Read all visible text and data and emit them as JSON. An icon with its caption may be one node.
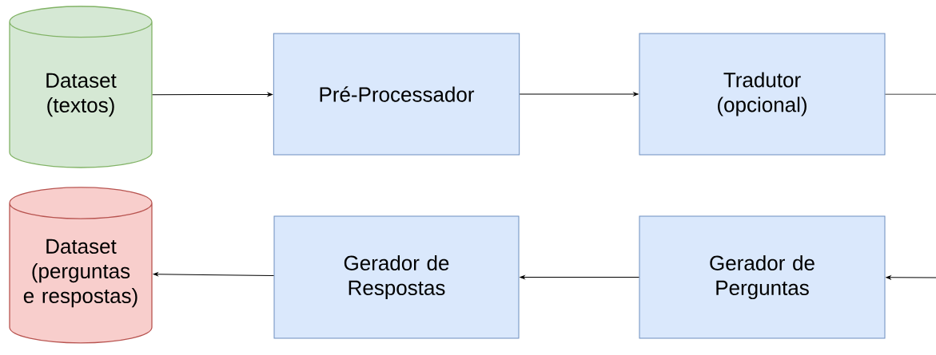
{
  "diagram": {
    "nodes": [
      {
        "text": [
          "Dataset (textos)"
        ]
      },
      {
        "text": [
          "Pré-Processador"
        ]
      },
      {
        "text": [
          "Tradutor (opcional)"
        ]
      },
      {
        "text": [
          "Dataset (perguntas e respostas)"
        ]
      },
      {
        "text": [
          "Gerador de Respostas"
        ]
      },
      {
        "text": [
          "Gerador de Perguntas"
        ]
      }
    ],
    "edges": [
      {
        "from": 0,
        "to": 1,
        "arrow": "to"
      },
      {
        "from": 1,
        "to": 2,
        "arrow": "to"
      },
      {
        "from": 2,
        "to": null,
        "arrow": "none"
      },
      {
        "from": null,
        "to": 5,
        "arrow": "to"
      },
      {
        "from": 5,
        "to": 4,
        "arrow": "to"
      },
      {
        "from": 4,
        "to": 3,
        "arrow": "to"
      }
    ]
  }
}
